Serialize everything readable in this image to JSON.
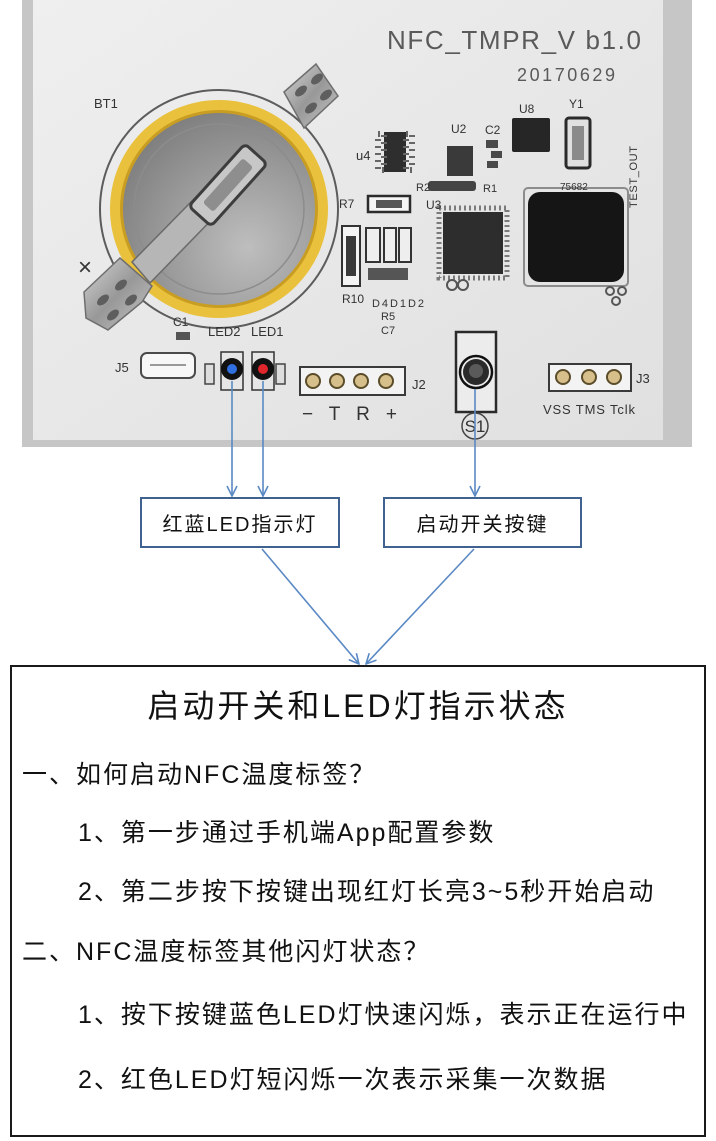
{
  "pcb": {
    "board_name": "NFC_TMPR_V b1.0",
    "board_date": "20170629",
    "silkscreen": {
      "bt1": "BT1",
      "x_mark": "×",
      "u4": "u4",
      "u2": "U2",
      "c2": "C2",
      "u8": "U8",
      "y1": "Y1",
      "test_out": "TEST_OUT",
      "r2": "R2",
      "r1": "R1",
      "r7": "R7",
      "u3": "U3",
      "chip_marking": "75682",
      "r10": "R10",
      "d4d1d2": "D4D1D2",
      "r5": "R5",
      "c7": "C7",
      "c1": "C1",
      "led2": "LED2",
      "led1": "LED1",
      "j5": "J5",
      "j2": "J2",
      "j2_pins": "− T R +",
      "s1": "S1",
      "j3": "J3",
      "j3_pins": "VSS TMS Tclk"
    }
  },
  "callouts": {
    "leds": "红蓝LED指示灯",
    "switch": "启动开关按键"
  },
  "info_box": {
    "title": "启动开关和LED灯指示状态",
    "section_1": {
      "heading": "一、如何启动NFC温度标签？",
      "items": [
        "1、第一步通过手机端App配置参数",
        "2、第二步按下按键出现红灯长亮3~5秒开始启动"
      ]
    },
    "section_2": {
      "heading": "二、NFC温度标签其他闪灯状态？",
      "items": [
        "1、按下按键蓝色LED灯快速闪烁，表示正在运行中",
        "2、红色LED灯短闪烁一次表示采集一次数据"
      ]
    }
  },
  "colors": {
    "arrow": "#5a89c4",
    "callout_border": "#3f6291",
    "battery_ring": "#e9c13c",
    "led_blue": "#2f6fe0",
    "led_red": "#e0252b"
  }
}
